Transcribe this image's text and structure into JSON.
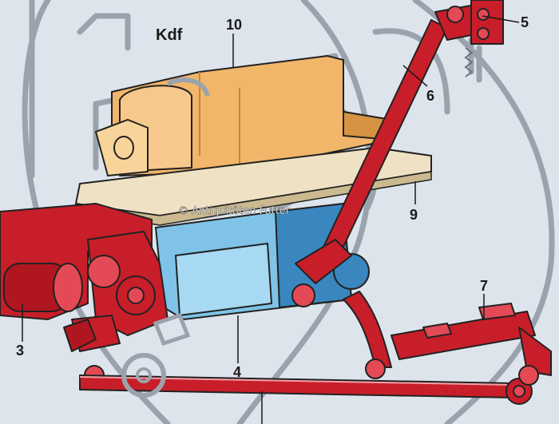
{
  "diagram": {
    "title": "Kdf",
    "watermark": "© Antiquitäten Futter",
    "callouts": [
      {
        "id": "10",
        "text": "10"
      },
      {
        "id": "5",
        "text": "5"
      },
      {
        "id": "6",
        "text": "6"
      },
      {
        "id": "9",
        "text": "9"
      },
      {
        "id": "7",
        "text": "7"
      },
      {
        "id": "3",
        "text": "3"
      },
      {
        "id": "4",
        "text": "4"
      }
    ],
    "colors": {
      "background": "#dde4ec",
      "frame_line": "#9aa3ad",
      "engine_orange": "#f2b66a",
      "engine_orange_dark": "#c98436",
      "platform_beige": "#efe2c4",
      "block_blue": "#7fc4e8",
      "block_blue_dark": "#3a86bf",
      "red_parts": "#c81e2a",
      "red_dark": "#7e0f17",
      "outline": "#222222"
    }
  }
}
